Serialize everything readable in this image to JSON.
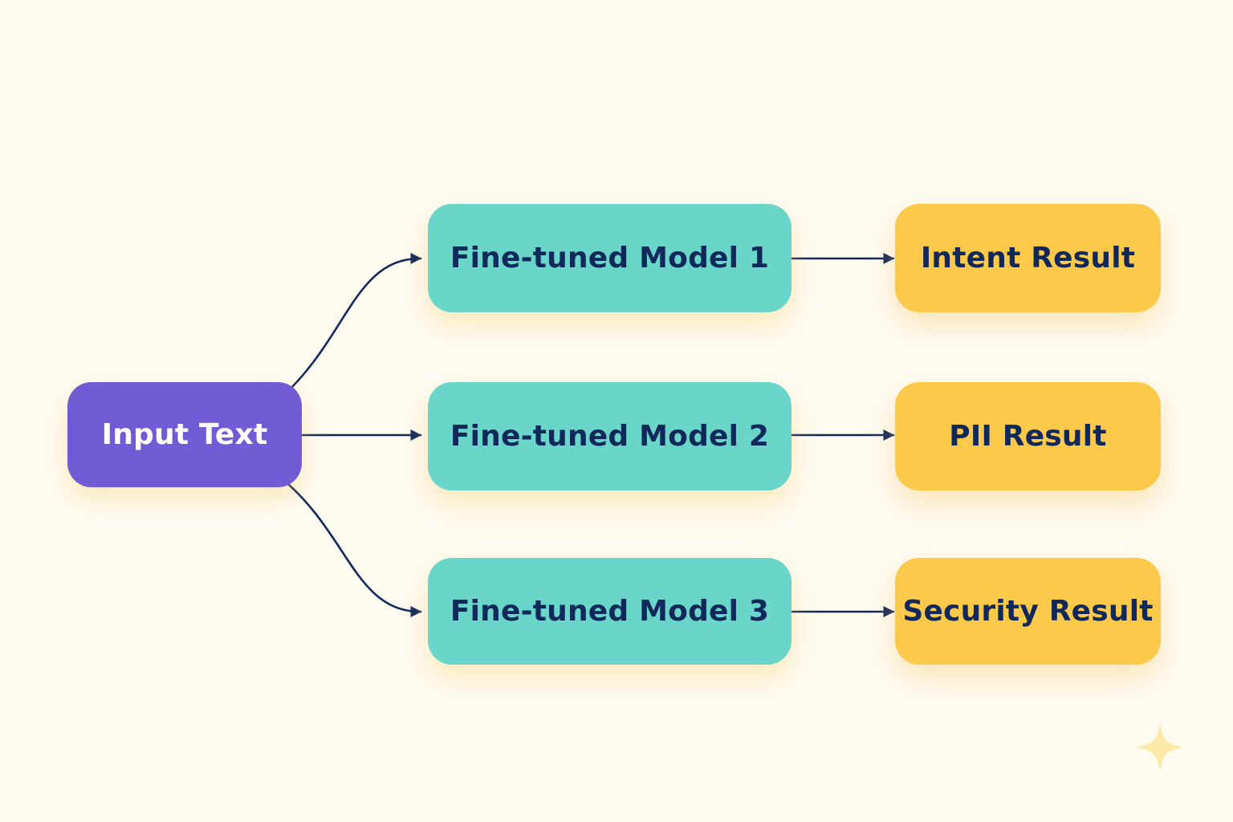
{
  "colors": {
    "background": "#fefbf1",
    "input_node": "#725cd6",
    "input_text": "#ffffff",
    "model_node": "#6ad5c9",
    "result_node": "#fdc94a",
    "node_text": "#11285a",
    "connector": "#11285a",
    "sparkle": "#fde9a8"
  },
  "icons": {
    "sparkle": "sparkle-icon",
    "arrow": "arrowhead-icon"
  },
  "diagram": {
    "input": {
      "label": "Input Text"
    },
    "models": [
      {
        "label": "Fine-tuned Model 1"
      },
      {
        "label": "Fine-tuned Model 2"
      },
      {
        "label": "Fine-tuned Model 3"
      }
    ],
    "results": [
      {
        "label": "Intent Result"
      },
      {
        "label": "PII Result"
      },
      {
        "label": "Security Result"
      }
    ],
    "edges": [
      {
        "from": "Input Text",
        "to": "Fine-tuned Model 1"
      },
      {
        "from": "Input Text",
        "to": "Fine-tuned Model 2"
      },
      {
        "from": "Input Text",
        "to": "Fine-tuned Model 3"
      },
      {
        "from": "Fine-tuned Model 1",
        "to": "Intent Result"
      },
      {
        "from": "Fine-tuned Model 2",
        "to": "PII Result"
      },
      {
        "from": "Fine-tuned Model 3",
        "to": "Security Result"
      }
    ]
  }
}
